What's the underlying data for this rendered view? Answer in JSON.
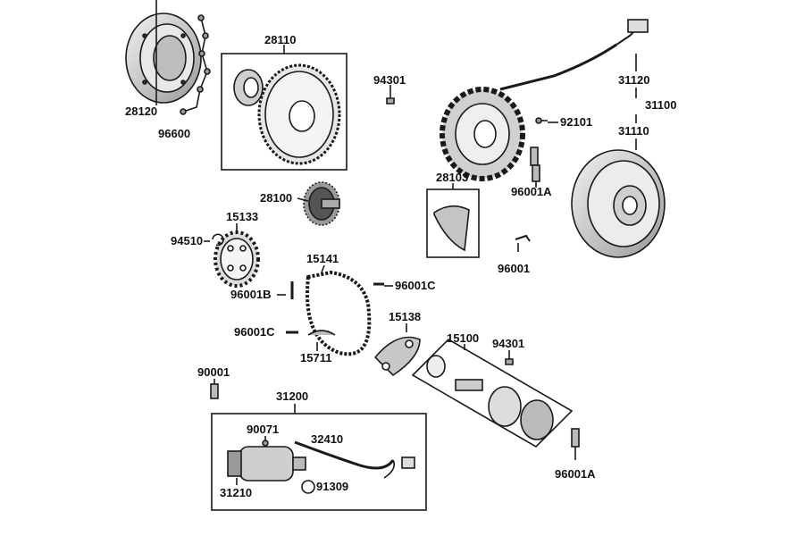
{
  "labels": {
    "p28120": "28120",
    "p96600": "96600",
    "p28110": "28110",
    "p94301a": "94301",
    "p31120": "31120",
    "p31100": "31100",
    "p31110": "31110",
    "p92101": "92101",
    "p96001A_top": "96001A",
    "p28103": "28103",
    "p28100": "28100",
    "p15133": "15133",
    "p94510": "94510",
    "p96001": "96001",
    "p15141": "15141",
    "p96001C_a": "96001C",
    "p96001B": "96001B",
    "p96001C_b": "96001C",
    "p15138": "15138",
    "p15711": "15711",
    "p15100": "15100",
    "p94301b": "94301",
    "p90001": "90001",
    "p31200": "31200",
    "p90071": "90071",
    "p32410": "32410",
    "p31210": "31210",
    "p91309": "91309",
    "p96001A_bot": "96001A"
  },
  "colors": {
    "line": "#1a1a1a",
    "part_fill": "#d9d9d9",
    "dark_fill": "#8a8a8a",
    "background": "#ffffff"
  }
}
